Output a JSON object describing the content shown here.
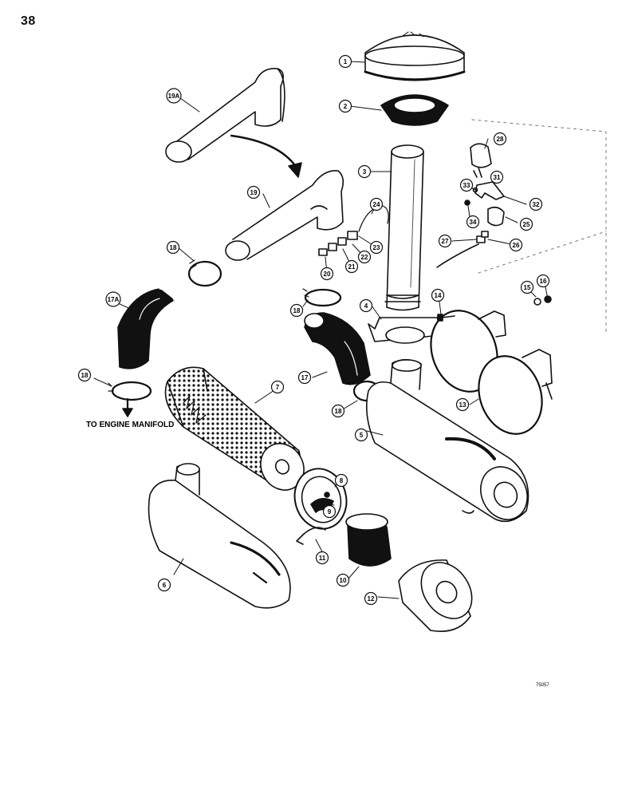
{
  "page": {
    "number": "38",
    "reference_code": "75057"
  },
  "annotations": {
    "engine_manifold": "TO ENGINE MANIFOLD"
  },
  "callouts": [
    {
      "id": "c1",
      "label": "1"
    },
    {
      "id": "c2",
      "label": "2"
    },
    {
      "id": "c3",
      "label": "3"
    },
    {
      "id": "c4",
      "label": "4"
    },
    {
      "id": "c5",
      "label": "5"
    },
    {
      "id": "c6",
      "label": "6"
    },
    {
      "id": "c7",
      "label": "7"
    },
    {
      "id": "c8",
      "label": "8"
    },
    {
      "id": "c9",
      "label": "9"
    },
    {
      "id": "c10",
      "label": "10"
    },
    {
      "id": "c11",
      "label": "11"
    },
    {
      "id": "c12",
      "label": "12"
    },
    {
      "id": "c13",
      "label": "13"
    },
    {
      "id": "c14",
      "label": "14"
    },
    {
      "id": "c15",
      "label": "15"
    },
    {
      "id": "c16",
      "label": "16"
    },
    {
      "id": "c17",
      "label": "17"
    },
    {
      "id": "c17a",
      "label": "17A"
    },
    {
      "id": "c18a",
      "label": "18"
    },
    {
      "id": "c18b",
      "label": "18"
    },
    {
      "id": "c18c",
      "label": "18"
    },
    {
      "id": "c18d",
      "label": "18"
    },
    {
      "id": "c19",
      "label": "19"
    },
    {
      "id": "c19a",
      "label": "19A"
    },
    {
      "id": "c20",
      "label": "20"
    },
    {
      "id": "c21",
      "label": "21"
    },
    {
      "id": "c22",
      "label": "22"
    },
    {
      "id": "c23",
      "label": "23"
    },
    {
      "id": "c24",
      "label": "24"
    },
    {
      "id": "c25",
      "label": "25"
    },
    {
      "id": "c26",
      "label": "26"
    },
    {
      "id": "c27",
      "label": "27"
    },
    {
      "id": "c28",
      "label": "28"
    },
    {
      "id": "c31",
      "label": "31"
    },
    {
      "id": "c32",
      "label": "32"
    },
    {
      "id": "c33",
      "label": "33"
    },
    {
      "id": "c34",
      "label": "34"
    }
  ]
}
